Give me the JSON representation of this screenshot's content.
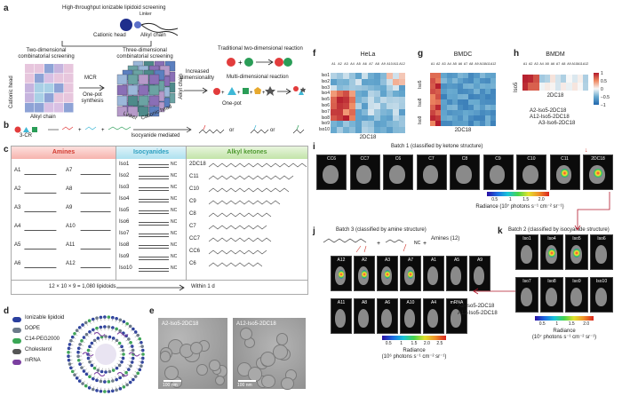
{
  "a": {
    "title": "High-throughput ionizable lipidoid screening",
    "linker": "Linker",
    "cationic_head": "Cationic head",
    "alkyl_chain": "Alkyl chain",
    "two_dim": "Two-dimensional combinatorial screening",
    "three_dim": "Three-dimensional combinatorial screening",
    "mcr": "MCR",
    "one_pot_synthesis": "One-pot synthesis",
    "cationic_head_axis": "Cationic head",
    "alkyl_chain_axis": "Alkyl chain",
    "linker_axis": "Linker",
    "cube_cationic": "Cationic head",
    "cube_alkyl": "Alkyl chain",
    "increased": "Increased dimensionality",
    "traditional": "Traditional two-dimensional reaction",
    "multi": "Multi-dimensional reaction",
    "one_pot": "One-pot"
  },
  "b": {
    "three_cr": "3-CR",
    "isocyanide_mediated": "Isocyanide mediated",
    "or1": "or",
    "or2": "or"
  },
  "c": {
    "amines_header": "Amines",
    "isocyanides_header": "Isocyanides",
    "ketones_header": "Alkyl ketones",
    "amines_col1": [
      "A1",
      "A2",
      "A3",
      "A4",
      "A5",
      "A6"
    ],
    "amines_col2": [
      "A7",
      "A8",
      "A9",
      "A10",
      "A11",
      "A12"
    ],
    "isocyanides": [
      "Iso1",
      "Iso2",
      "Iso3",
      "Iso4",
      "Iso5",
      "Iso6",
      "Iso7",
      "Iso8",
      "Iso9",
      "Iso10"
    ],
    "ketones": [
      "2DC18",
      "C11",
      "C10",
      "C9",
      "C8",
      "C7",
      "CC7",
      "CC6",
      "C6"
    ],
    "footer_formula": "12 × 10 × 9 = 1,080 lipidoids",
    "footer_time": "Within 1 d"
  },
  "d": {
    "legend": [
      "Ionizable lipidoid",
      "DOPE",
      "C14-PEG2000",
      "Cholesterol",
      "mRNA"
    ]
  },
  "e": {
    "img1_label": "A2-Iso5-2DC18",
    "img2_label": "A12-Iso5-2DC18",
    "scale1": "100 nm",
    "scale2": "100 nm"
  },
  "f": {
    "title": "HeLa",
    "cols": [
      "A1",
      "A2",
      "A3",
      "A4",
      "A5",
      "A6",
      "A7",
      "A8",
      "A9",
      "A10",
      "A11",
      "A12"
    ],
    "rows": [
      "Iso1",
      "Iso2",
      "Iso3",
      "Iso4",
      "Iso5",
      "Iso6",
      "Iso7",
      "Iso8",
      "Iso9",
      "Iso10"
    ],
    "xlabel": "2DC18"
  },
  "g": {
    "title": "BMDC",
    "cols": [
      "A1",
      "A2",
      "A3",
      "A4",
      "A5",
      "A6",
      "A7",
      "A8",
      "A9",
      "A10",
      "A11",
      "A12"
    ],
    "rows": [
      "Iso5",
      "Iso8",
      "Iso9"
    ],
    "xlabel": "2DC18"
  },
  "h": {
    "title": "BMDM",
    "cols": [
      "A1",
      "A2",
      "A3",
      "A4",
      "A5",
      "A6",
      "A7",
      "A8",
      "A9",
      "A10",
      "A11",
      "A12"
    ],
    "row": "Iso5",
    "xlabel": "2DC18",
    "scale_ticks": [
      "1",
      "0.5",
      "0",
      "−0.5",
      "−1"
    ],
    "selected": [
      "A2-Iso5-2DC18",
      "A12-Iso5-2DC18",
      "A3-Iso6-2DC18"
    ]
  },
  "i": {
    "title": "Batch 1 (classified by ketone structure)",
    "labels": [
      "CC6",
      "CC7",
      "C6",
      "C7",
      "C8",
      "C9",
      "C10",
      "C11",
      "2DC18"
    ],
    "cb_ticks": [
      "0.5",
      "1",
      "1.5",
      "2.0"
    ],
    "cb_label": "Radiance (10⁷ photons s⁻¹ cm⁻² sr⁻¹)"
  },
  "j": {
    "title": "Batch 3 (classified by amine structure)",
    "amines": "Amines (12)",
    "row1": [
      "A12",
      "A2",
      "A3",
      "A7",
      "A1",
      "A5",
      "A9"
    ],
    "row2": [
      "A11",
      "A8",
      "A6",
      "A10",
      "A4",
      "mRNA"
    ],
    "cb_ticks": [
      "0.5",
      "1",
      "1.5",
      "2.0",
      "2.5"
    ],
    "cb_label1": "Radiance",
    "cb_label2": "(10⁶ photons s⁻¹ cm⁻² sr⁻¹)",
    "selected1": "A2-Iso5-2DC18",
    "selected2": "A12-Iso5-2DC18"
  },
  "k": {
    "title": "Batch 2 (classified by isocyanide structure)",
    "row1": [
      "Iso1",
      "Iso4",
      "Iso5",
      "Iso6"
    ],
    "row2": [
      "Iso7",
      "Iso8",
      "Iso9",
      "Iso10"
    ],
    "cb_ticks": [
      "0.5",
      "1",
      "1.5",
      "2.0"
    ],
    "cb_label1": "Radiance",
    "cb_label2": "(10⁷ photons s⁻¹ cm⁻² sr⁻¹)"
  },
  "colors": {
    "amines": "#e8483c",
    "isocyanides": "#3fb8d6",
    "ketones": "#6cbb4a",
    "red": "#b2182b",
    "blue": "#2166ac"
  }
}
